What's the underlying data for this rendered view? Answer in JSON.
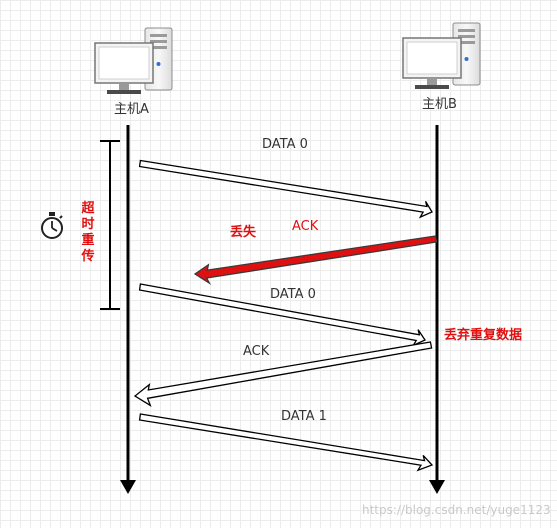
{
  "hosts": {
    "a": {
      "label": "主机A"
    },
    "b": {
      "label": "主机B"
    }
  },
  "messages": {
    "data0_first": "DATA 0",
    "ack_lost": "ACK",
    "data0_retx": "DATA 0",
    "ack_second": "ACK",
    "data1": "DATA 1"
  },
  "annotations": {
    "lost": "丢失",
    "timeout_retransmit": "超时重传",
    "discard_duplicate": "丢弃重复数据"
  },
  "watermark": "https://blog.csdn.net/yuge1123",
  "colors": {
    "lost_arrow": "#e01010",
    "annotation_red": "#e01010",
    "timeline": "#000000"
  },
  "icons": [
    "computer-icon",
    "stopwatch-icon"
  ]
}
